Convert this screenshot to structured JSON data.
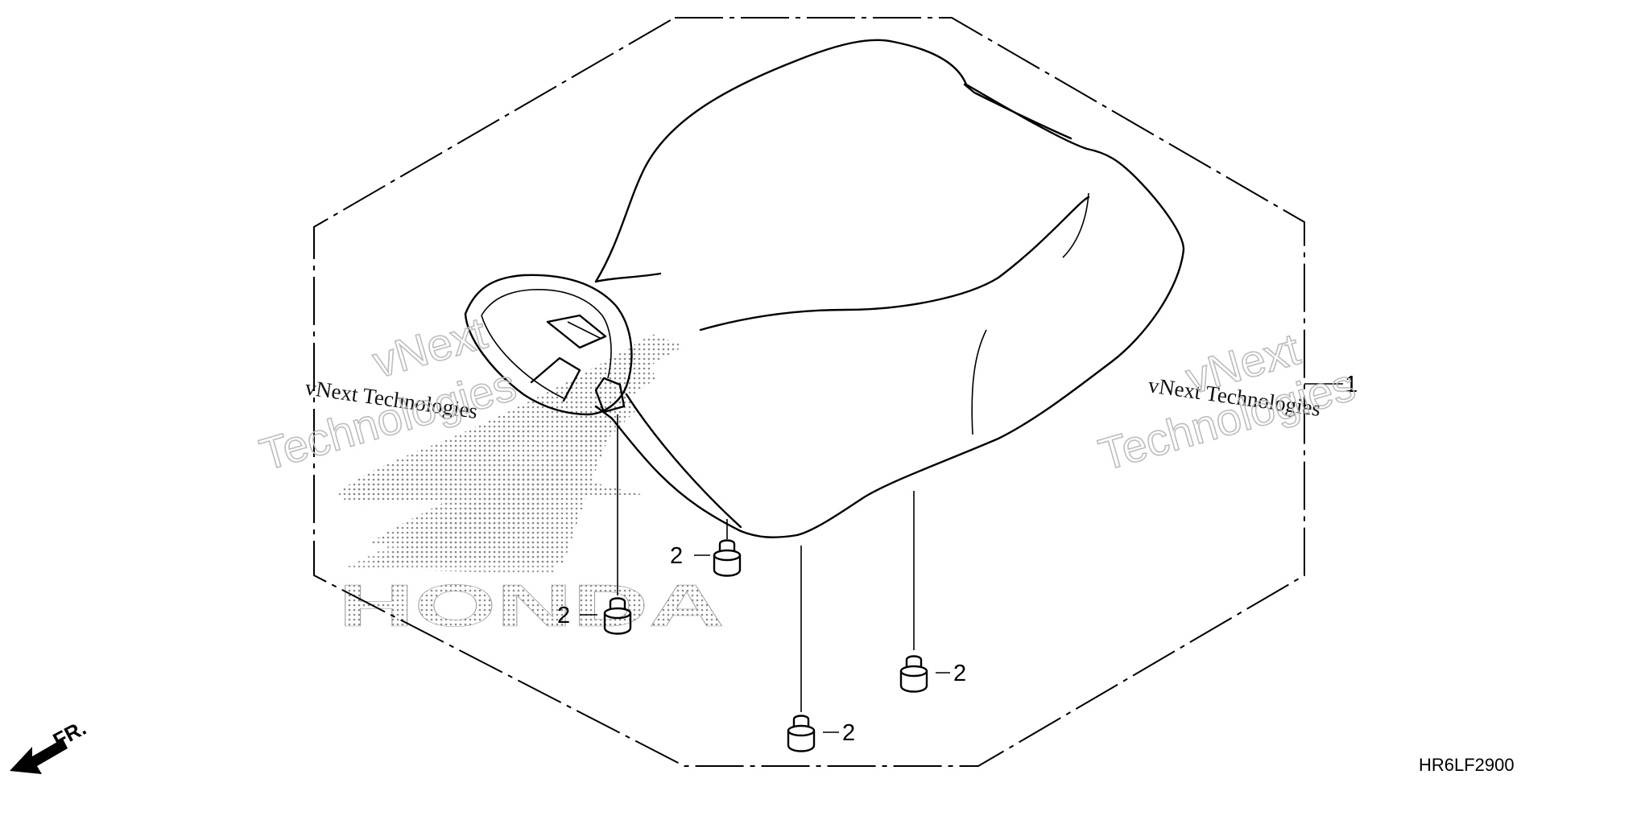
{
  "diagram": {
    "code": "HR6LF2900",
    "front_marker": "FR.",
    "logo_text": "HONDA",
    "callouts": [
      {
        "id": "seat",
        "label": "1"
      },
      {
        "id": "rubber-a",
        "label": "2"
      },
      {
        "id": "rubber-b",
        "label": "2"
      },
      {
        "id": "rubber-c",
        "label": "2"
      },
      {
        "id": "rubber-d",
        "label": "2"
      }
    ],
    "watermarks": [
      {
        "line1": "vNext Technologies",
        "line2a": "vNext",
        "line2b": "Technologies"
      },
      {
        "line1": "vNext Technologies",
        "line2a": "vNext",
        "line2b": "Technologies"
      }
    ]
  }
}
